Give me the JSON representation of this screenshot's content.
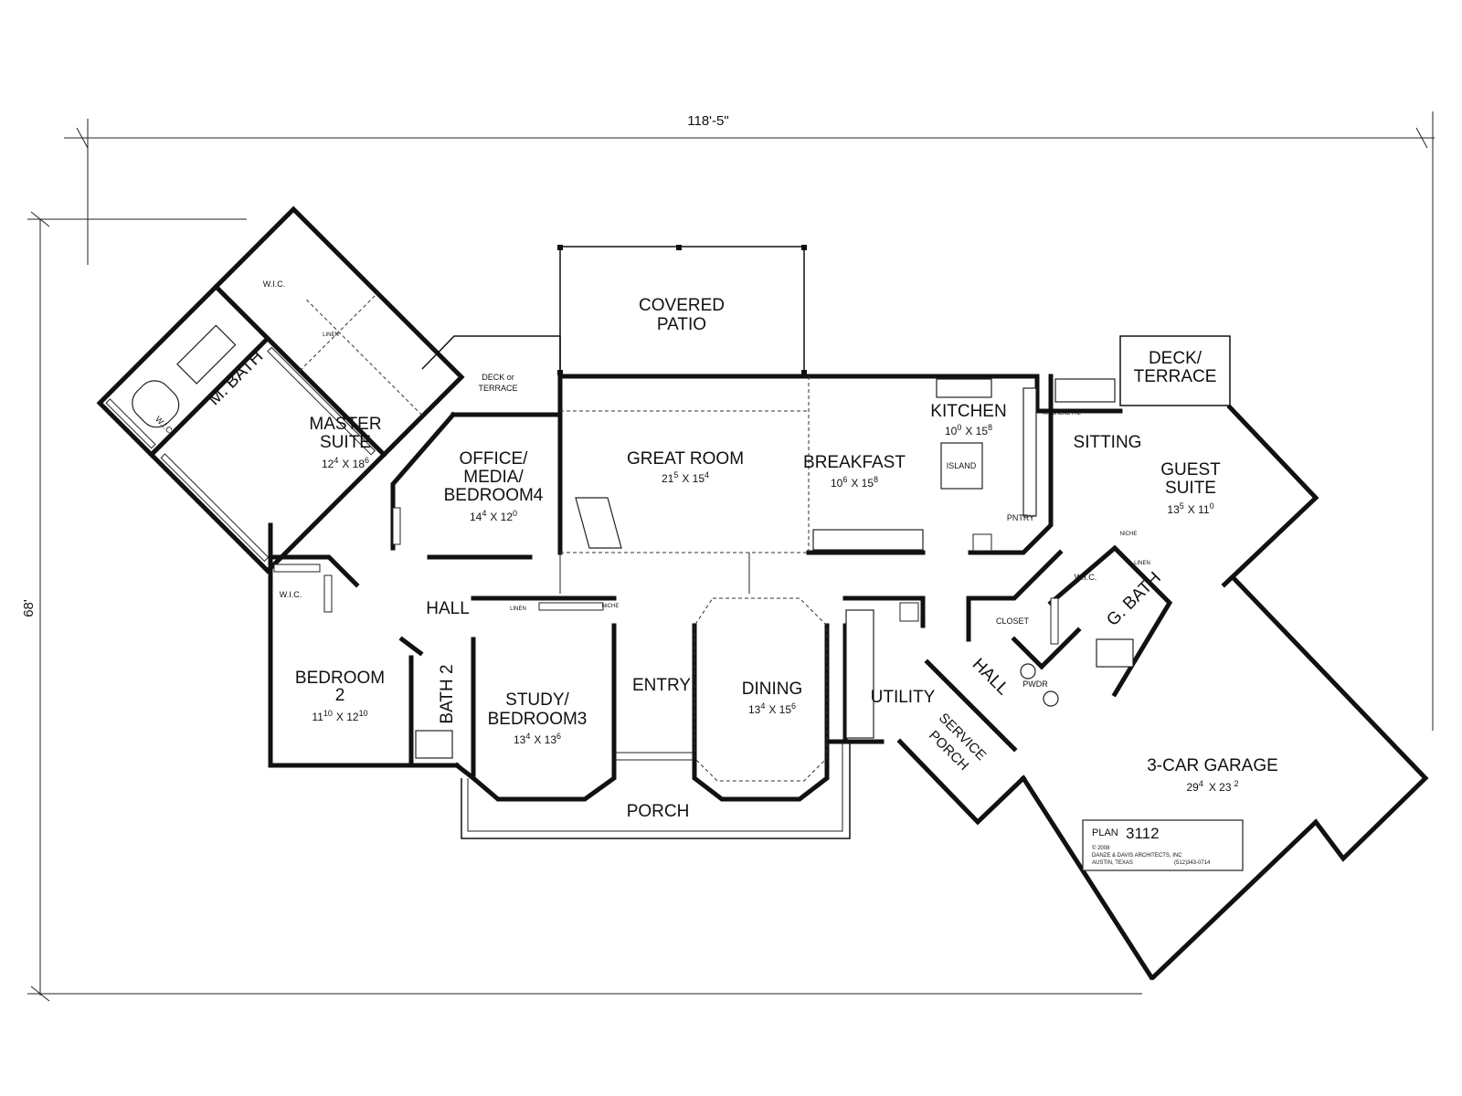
{
  "dimensions": {
    "width": "118'-5\"",
    "depth": "68'"
  },
  "rooms": {
    "covered_patio": {
      "line1": "COVERED",
      "line2": "PATIO"
    },
    "deck_terrace_left": {
      "line1": "DECK or",
      "line2": "TERRACE"
    },
    "deck_terrace_right": {
      "line1": "DECK/",
      "line2": "TERRACE"
    },
    "m_bath": {
      "name": "M. BATH"
    },
    "master_suite": {
      "line1": "MASTER",
      "line2": "SUITE",
      "size_a": "12",
      "size_a_sup": "4",
      "size_b": "X 18",
      "size_b_sup": "6"
    },
    "office": {
      "line1": "OFFICE/",
      "line2": "MEDIA/",
      "line3": "BEDROOM4",
      "size_a": "14",
      "size_a_sup": "4",
      "size_b": "X 12",
      "size_b_sup": "0"
    },
    "great_room": {
      "name": "GREAT ROOM",
      "size_a": "21",
      "size_a_sup": "5",
      "size_b": "X 15",
      "size_b_sup": "4"
    },
    "breakfast": {
      "name": "BREAKFAST",
      "size_a": "10",
      "size_a_sup": "6",
      "size_b": "X 15",
      "size_b_sup": "8"
    },
    "kitchen": {
      "name": "KITCHEN",
      "size_a": "10",
      "size_a_sup": "0",
      "size_b": "X 15",
      "size_b_sup": "8",
      "island": "ISLAND",
      "pantry": "PNTRY"
    },
    "sitting": {
      "name": "SITTING",
      "kitchenette": "KITCHENETTE"
    },
    "guest_suite": {
      "line1": "GUEST",
      "line2": "SUITE",
      "size_a": "13",
      "size_a_sup": "5",
      "size_b": "X 11",
      "size_b_sup": "0"
    },
    "g_bath": {
      "name": "G. BATH",
      "wic": "W.I.C.",
      "niche": "NICHE",
      "linen": "LINEN"
    },
    "closet": {
      "name": "CLOSET"
    },
    "pwdr": {
      "name": "PWDR"
    },
    "hall_left": {
      "name": "HALL"
    },
    "hall_right": {
      "name": "HALL"
    },
    "wic_master_top": {
      "name": "W.I.C."
    },
    "wic_master_side": {
      "name": "W.I.C."
    },
    "wic_bed2": {
      "name": "W.I.C."
    },
    "linen_master": {
      "name": "LINEN"
    },
    "bedroom2": {
      "line1": "BEDROOM",
      "line2": "2",
      "size_a": "11",
      "size_a_sup": "10",
      "size_b": "X 12",
      "size_b_sup": "10"
    },
    "bath2": {
      "name": "BATH 2"
    },
    "study": {
      "line1": "STUDY/",
      "line2": "BEDROOM3",
      "size_a": "13",
      "size_a_sup": "4",
      "size_b": "X 13",
      "size_b_sup": "6",
      "linen": "LINEN",
      "niche": "NICHE"
    },
    "entry": {
      "name": "ENTRY"
    },
    "dining": {
      "name": "DINING",
      "size_a": "13",
      "size_a_sup": "4",
      "size_b": "X 15",
      "size_b_sup": "6"
    },
    "utility": {
      "name": "UTILITY"
    },
    "service_porch": {
      "line1": "SERVICE",
      "line2": "PORCH"
    },
    "porch": {
      "name": "PORCH"
    },
    "garage": {
      "name": "3-CAR GARAGE",
      "size_a": "29",
      "size_a_sup": "4",
      "size_b": "X 23",
      "size_b_sup": "2"
    }
  },
  "title_block": {
    "plan_label": "PLAN",
    "plan_number": "3112",
    "line1": "© 2008",
    "line2": "DANZE & DAVIS ARCHITECTS, INC",
    "line3": "AUSTIN, TEXAS",
    "phone": "(512)343-0714"
  }
}
